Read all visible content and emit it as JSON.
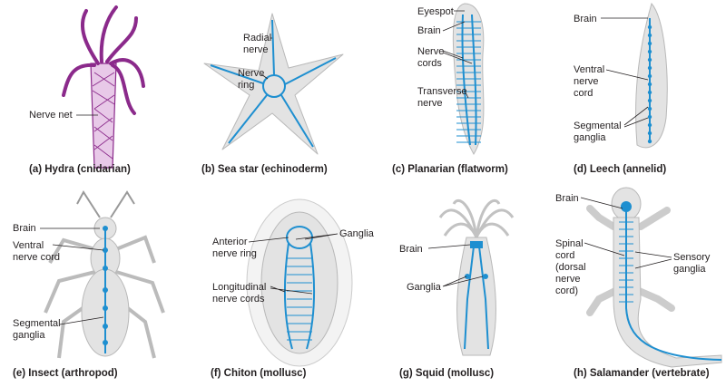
{
  "colors": {
    "nerve": "#1e8fd0",
    "hydra_net": "#8b2a8b",
    "body": "#e3e3e3"
  },
  "panels": {
    "a": {
      "caption": "(a) Hydra (cnidarian)",
      "labels": {
        "nerve_net": "Nerve net"
      }
    },
    "b": {
      "caption": "(b) Sea star (echinoderm)",
      "labels": {
        "radial_nerve": [
          "Radial",
          "nerve"
        ],
        "nerve_ring": [
          "Nerve",
          "ring"
        ]
      }
    },
    "c": {
      "caption": "(c) Planarian (flatworm)",
      "labels": {
        "eyespot": "Eyespot",
        "brain": "Brain",
        "nerve_cords": [
          "Nerve",
          "cords"
        ],
        "transverse_nerve": [
          "Transverse",
          "nerve"
        ]
      }
    },
    "d": {
      "caption": "(d) Leech (annelid)",
      "labels": {
        "brain": "Brain",
        "ventral_nerve_cord": [
          "Ventral",
          "nerve",
          "cord"
        ],
        "segmental_ganglia": [
          "Segmental",
          "ganglia"
        ]
      }
    },
    "e": {
      "caption": "(e) Insect (arthropod)",
      "labels": {
        "brain": "Brain",
        "ventral_nerve_cord": [
          "Ventral",
          "nerve cord"
        ],
        "segmental_ganglia": [
          "Segmental",
          "ganglia"
        ]
      }
    },
    "f": {
      "caption": "(f) Chiton (mollusc)",
      "labels": {
        "anterior_nerve_ring": [
          "Anterior",
          "nerve ring"
        ],
        "longitudinal_nerve_cords": [
          "Longitudinal",
          "nerve cords"
        ],
        "ganglia": "Ganglia"
      }
    },
    "g": {
      "caption": "(g) Squid (mollusc)",
      "labels": {
        "brain": "Brain",
        "ganglia": "Ganglia"
      }
    },
    "h": {
      "caption": "(h) Salamander (vertebrate)",
      "labels": {
        "brain": "Brain",
        "spinal_cord": [
          "Spinal",
          "cord",
          "(dorsal",
          "nerve",
          "cord)"
        ],
        "sensory_ganglia": [
          "Sensory",
          "ganglia"
        ]
      }
    }
  }
}
